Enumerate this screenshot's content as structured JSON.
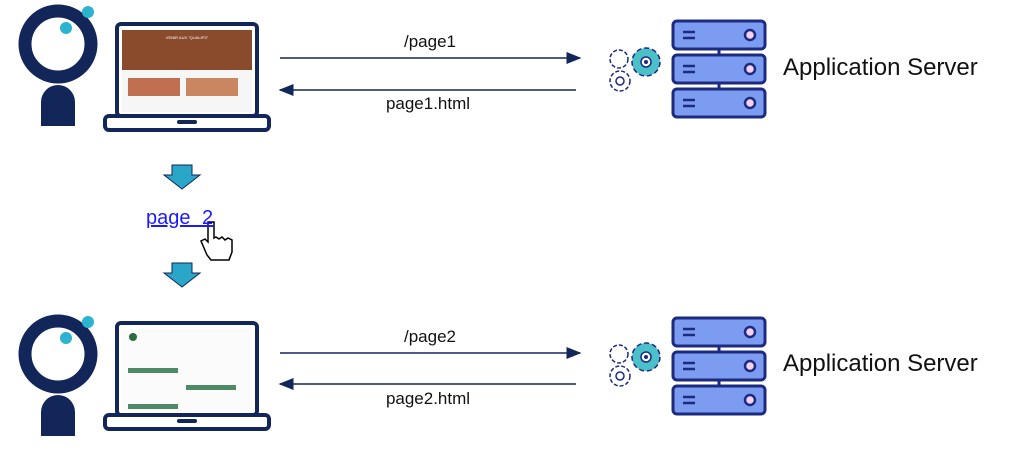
{
  "top": {
    "request_label": "/page1",
    "response_label": "page1.html",
    "server_label": "Application Server",
    "screen_headline": "VENIR AUX \"QUALIFS\""
  },
  "middle": {
    "link_label": "page 2"
  },
  "bottom": {
    "request_label": "/page2",
    "response_label": "page2.html",
    "server_label": "Application Server"
  },
  "colors": {
    "navy": "#13265a",
    "teal": "#2bb3cf",
    "server_fill": "#7b9cf0",
    "server_stroke": "#1c2a80",
    "link": "#1a1aff",
    "arrow_down": "#2aa6c8"
  }
}
